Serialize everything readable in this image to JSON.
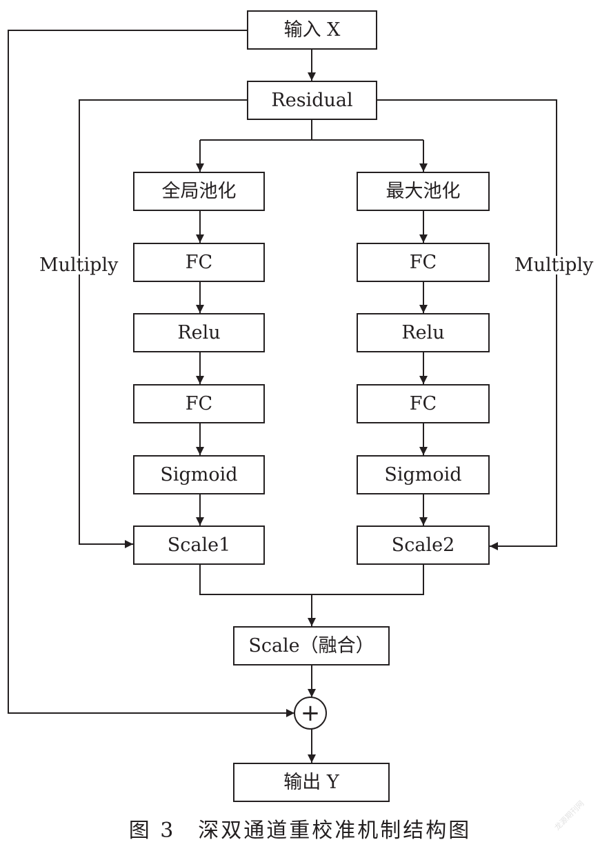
{
  "nodes": {
    "input": "输入 X",
    "residual": "Residual",
    "left_branch": {
      "pool": "全局池化",
      "fc1": "FC",
      "relu": "Relu",
      "fc2": "FC",
      "sigmoid": "Sigmoid",
      "scale": "Scale1"
    },
    "right_branch": {
      "pool": "最大池化",
      "fc1": "FC",
      "relu": "Relu",
      "fc2": "FC",
      "sigmoid": "Sigmoid",
      "scale": "Scale2"
    },
    "fusion": "Scale（融合）",
    "add_symbol": "+",
    "output": "输出 Y"
  },
  "edge_labels": {
    "left_multiply": "Multiply",
    "right_multiply": "Multiply"
  },
  "caption": "图 3　深双通道重校准机制结构图",
  "watermark": "龙源期刊网"
}
